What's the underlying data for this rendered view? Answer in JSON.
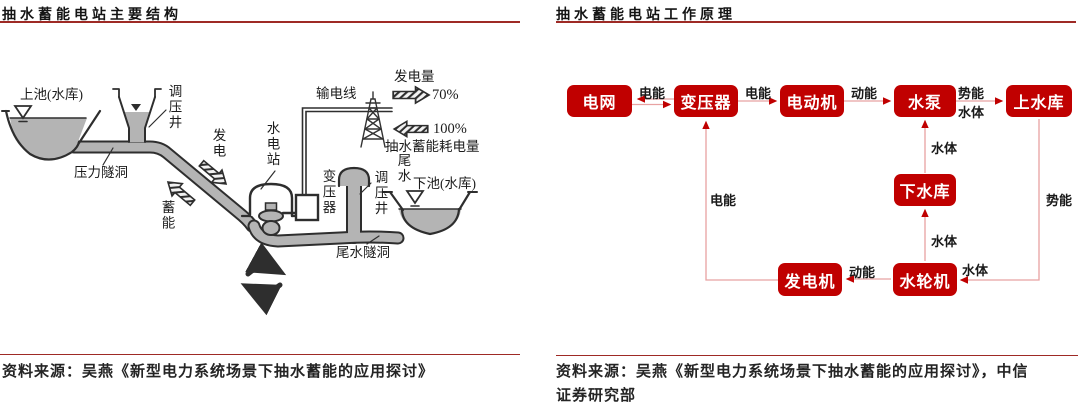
{
  "left_panel": {
    "title": "抽水蓄能电站主要结构",
    "source": "资料来源：吴燕《新型电力系统场景下抽水蓄能的应用探讨》",
    "labels": {
      "upper_pool": "上池(水库)",
      "surge_shaft_left": "调压井",
      "pressure_tunnel": "压力隧洞",
      "generation": "发电",
      "storage": "蓄能",
      "power_station": "水电站",
      "transmission_line": "输电线",
      "generation_amount": "发电量",
      "generation_share": "70%",
      "pumping_share": "100%",
      "pumping_consumption": "抽水蓄能耗电量",
      "tailwater": "尾水",
      "surge_shaft_right": "调压井",
      "transformer": "变压器",
      "lower_pool": "下池(水库)",
      "tailrace_tunnel": "尾水隧洞"
    }
  },
  "right_panel": {
    "title": "抽水蓄能电站工作原理",
    "source_line1": "资料来源：吴燕《新型电力系统场景下抽水蓄能的应用探讨》，中信",
    "source_line2": "证券研究部",
    "nodes": {
      "grid": "电网",
      "transformer": "变压器",
      "motor": "电动机",
      "pump": "水泵",
      "upper_reservoir": "上水库",
      "lower_reservoir": "下水库",
      "generator": "发电机",
      "turbine": "水轮机"
    },
    "edge_labels": {
      "grid_transformer": "电能",
      "transformer_motor": "电能",
      "motor_pump": "动能",
      "pump_upper_potential": "势能",
      "pump_upper_water": "水体",
      "lower_pump_water": "水体",
      "generator_transformer": "电能",
      "upper_turbine_potential": "势能",
      "turbine_lower_water": "水体",
      "turbine_generator": "动能",
      "upper_turbine_water": "水体"
    }
  },
  "colors": {
    "node_red": "#c00000",
    "connector_pink": "#e8a2a2",
    "rule_dark_red": "#9e2a25",
    "schematic_gray": "#b4b4b4",
    "schematic_ink": "#2e2e2e"
  }
}
